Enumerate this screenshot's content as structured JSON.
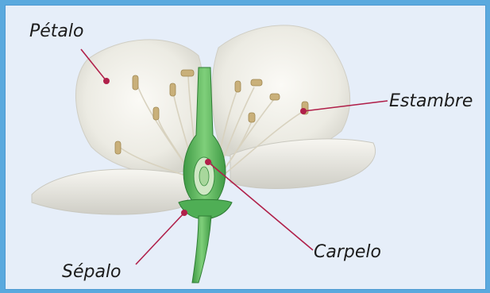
{
  "diagram": {
    "labels": {
      "petal": "Pétalo",
      "stamen": "Estambre",
      "carpel": "Carpelo",
      "sepal": "Sépalo"
    },
    "colors": {
      "frame": "#5aa9de",
      "panel_background": "#e6eef9",
      "leader_line": "#b0204a",
      "petal": "#f1efe6",
      "pistil": "#55b65a",
      "anther": "#c9b07a"
    },
    "icons": [
      "flower-illustration"
    ]
  }
}
